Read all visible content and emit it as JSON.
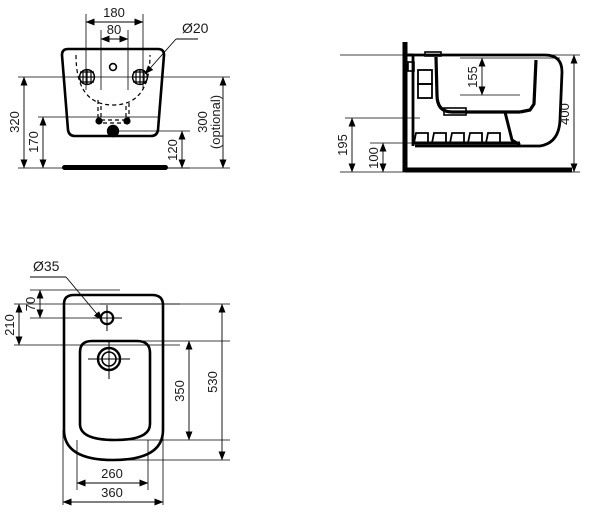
{
  "drawing": {
    "title": "Wall-hung bidet technical drawing",
    "units": "mm",
    "line_color": "#000000",
    "text_color": "#1a1a1a"
  },
  "views": {
    "front": {
      "name": "front-elevation",
      "dimensions": {
        "width_outer": "180",
        "width_inner": "80",
        "hole_diameter": "Ø20",
        "height_total": "320",
        "height_mid": "170",
        "height_low": "120",
        "height_optional": "300",
        "optional_note": "(optional)"
      }
    },
    "side": {
      "name": "side-elevation",
      "dimensions": {
        "bowl_depth": "155",
        "height_total": "400",
        "height_upper": "195",
        "height_lower": "100"
      }
    },
    "plan": {
      "name": "plan-top-view",
      "dimensions": {
        "hole_diameter": "Ø35",
        "hole_offset": "70",
        "front_offset": "210",
        "bowl_length": "350",
        "total_length": "530",
        "bowl_width": "260",
        "total_width": "360"
      }
    }
  }
}
